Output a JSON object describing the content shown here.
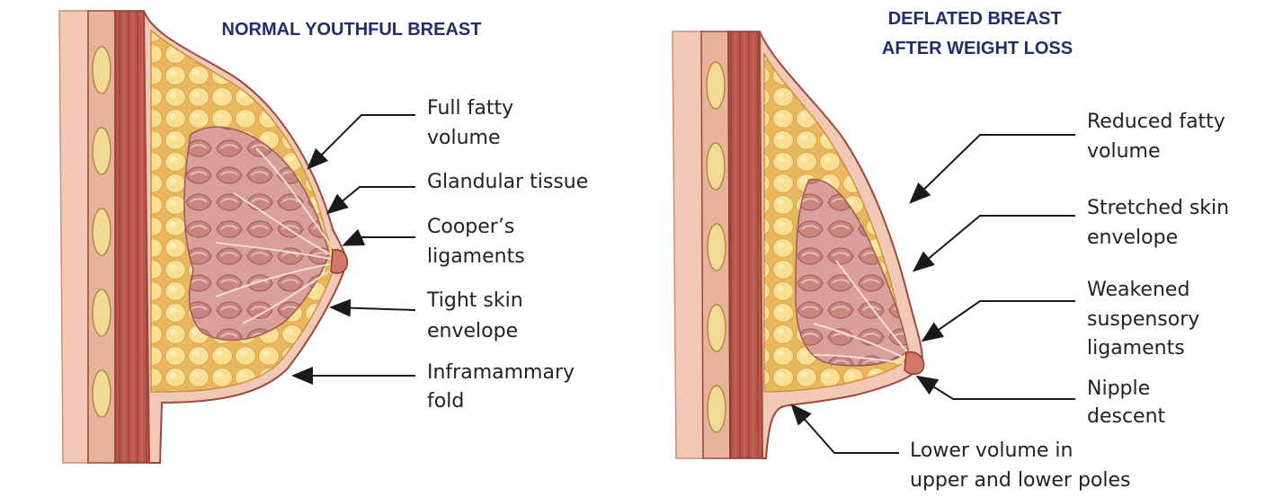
{
  "panels": [
    {
      "title_lines": [
        "NORMAL YOUTHFUL BREAST"
      ],
      "labels": [
        {
          "lines": [
            "Full fatty",
            "volume"
          ]
        },
        {
          "lines": [
            "Glandular tissue"
          ]
        },
        {
          "lines": [
            "Cooper’s",
            "ligaments"
          ]
        },
        {
          "lines": [
            "Tight skin",
            "envelope"
          ]
        },
        {
          "lines": [
            "Inframammary",
            "fold"
          ]
        }
      ]
    },
    {
      "title_lines": [
        "DEFLATED BREAST",
        "AFTER WEIGHT LOSS"
      ],
      "labels": [
        {
          "lines": [
            "Reduced fatty",
            "volume"
          ]
        },
        {
          "lines": [
            "Stretched skin",
            "envelope"
          ]
        },
        {
          "lines": [
            "Weakened",
            "suspensory",
            "ligaments"
          ]
        },
        {
          "lines": [
            "Nipple",
            "descent"
          ]
        },
        {
          "lines": [
            "Lower volume in",
            "upper and lower poles"
          ]
        }
      ]
    }
  ],
  "colors": {
    "title": "#1f2f6b",
    "label_text": "#222222",
    "fat": "#f3d27a",
    "fat_lobule": "#f7dc8c",
    "muscle": "#b9574a",
    "gland": "#c98a86",
    "skin": "#f1c9b6",
    "outline": "#a0463a"
  }
}
